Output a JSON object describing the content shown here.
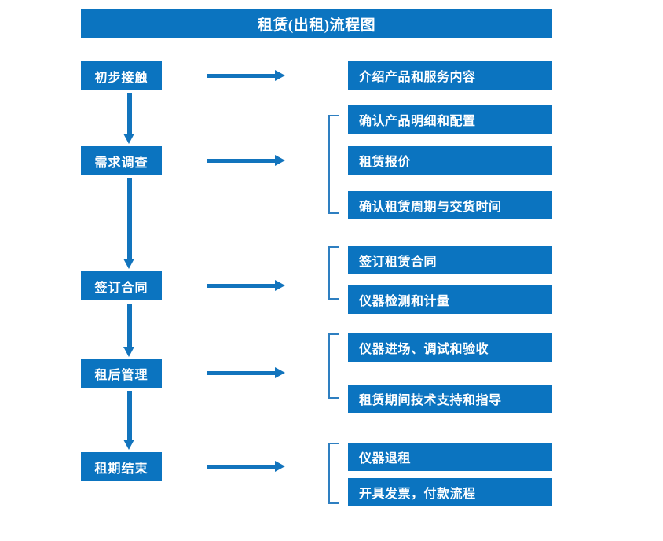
{
  "diagram": {
    "title": "租赁(出租)流程图",
    "theme": {
      "primary": "#0b74c0",
      "arrow": "#1274bd",
      "bracket": "#2e7fc1",
      "background": "#ffffff",
      "text_on_primary": "#ffffff"
    },
    "stages": [
      {
        "id": "stage-1",
        "label": "初步接触"
      },
      {
        "id": "stage-2",
        "label": "需求调查"
      },
      {
        "id": "stage-3",
        "label": "签订合同"
      },
      {
        "id": "stage-4",
        "label": "租后管理"
      },
      {
        "id": "stage-5",
        "label": "租期结束"
      }
    ],
    "details": [
      {
        "id": "detail-1-1",
        "label": "介绍产品和服务内容"
      },
      {
        "id": "detail-2-1",
        "label": "确认产品明细和配置"
      },
      {
        "id": "detail-2-2",
        "label": "租赁报价"
      },
      {
        "id": "detail-2-3",
        "label": "确认租赁周期与交货时间"
      },
      {
        "id": "detail-3-1",
        "label": "签订租赁合同"
      },
      {
        "id": "detail-3-2",
        "label": "仪器检测和计量"
      },
      {
        "id": "detail-4-1",
        "label": "仪器进场、调试和验收"
      },
      {
        "id": "detail-4-2",
        "label": "租赁期间技术支持和指导"
      },
      {
        "id": "detail-5-1",
        "label": "仪器退租"
      },
      {
        "id": "detail-5-2",
        "label": "开具发票，付款流程"
      }
    ]
  }
}
